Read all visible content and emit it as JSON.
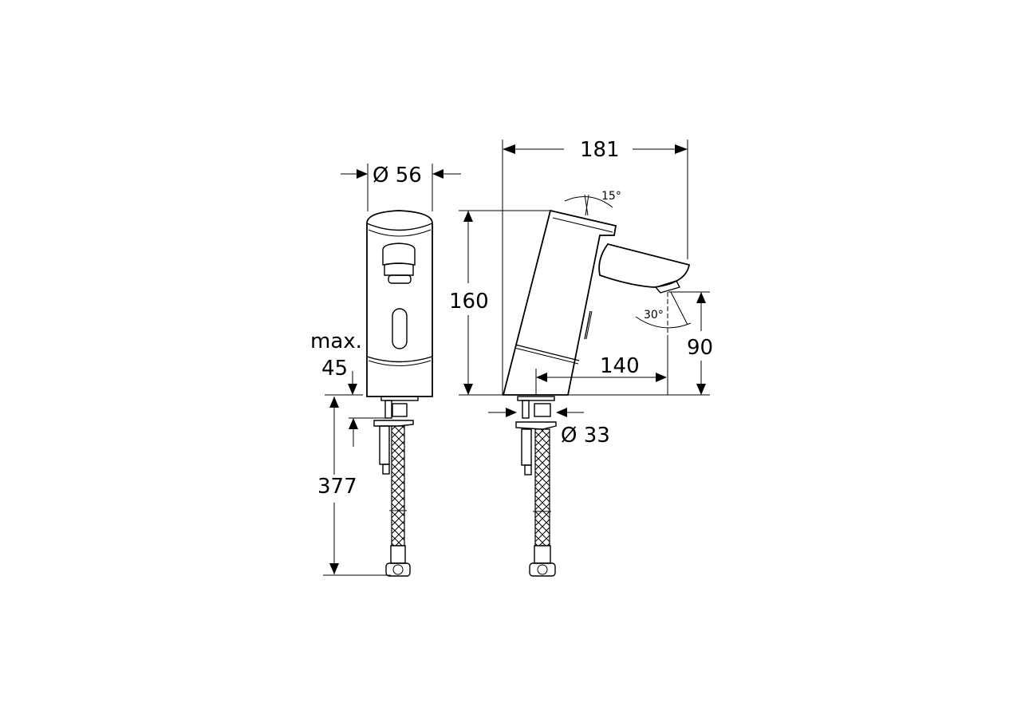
{
  "drawing": {
    "type": "technical-dimension-drawing",
    "subject": "sensor basin faucet",
    "views": [
      "front-view",
      "side-view"
    ],
    "line_color": "#000000",
    "background": "#ffffff"
  },
  "front_view": {
    "diameter_label": "Ø 56",
    "max_label": "max.",
    "max_value": "45",
    "hose_length": "377"
  },
  "side_view": {
    "total_length": "181",
    "height": "160",
    "spout_reach": "140",
    "spout_height": "90",
    "base_diameter": "Ø 33",
    "top_angle": "15°",
    "spout_angle": "30°"
  }
}
